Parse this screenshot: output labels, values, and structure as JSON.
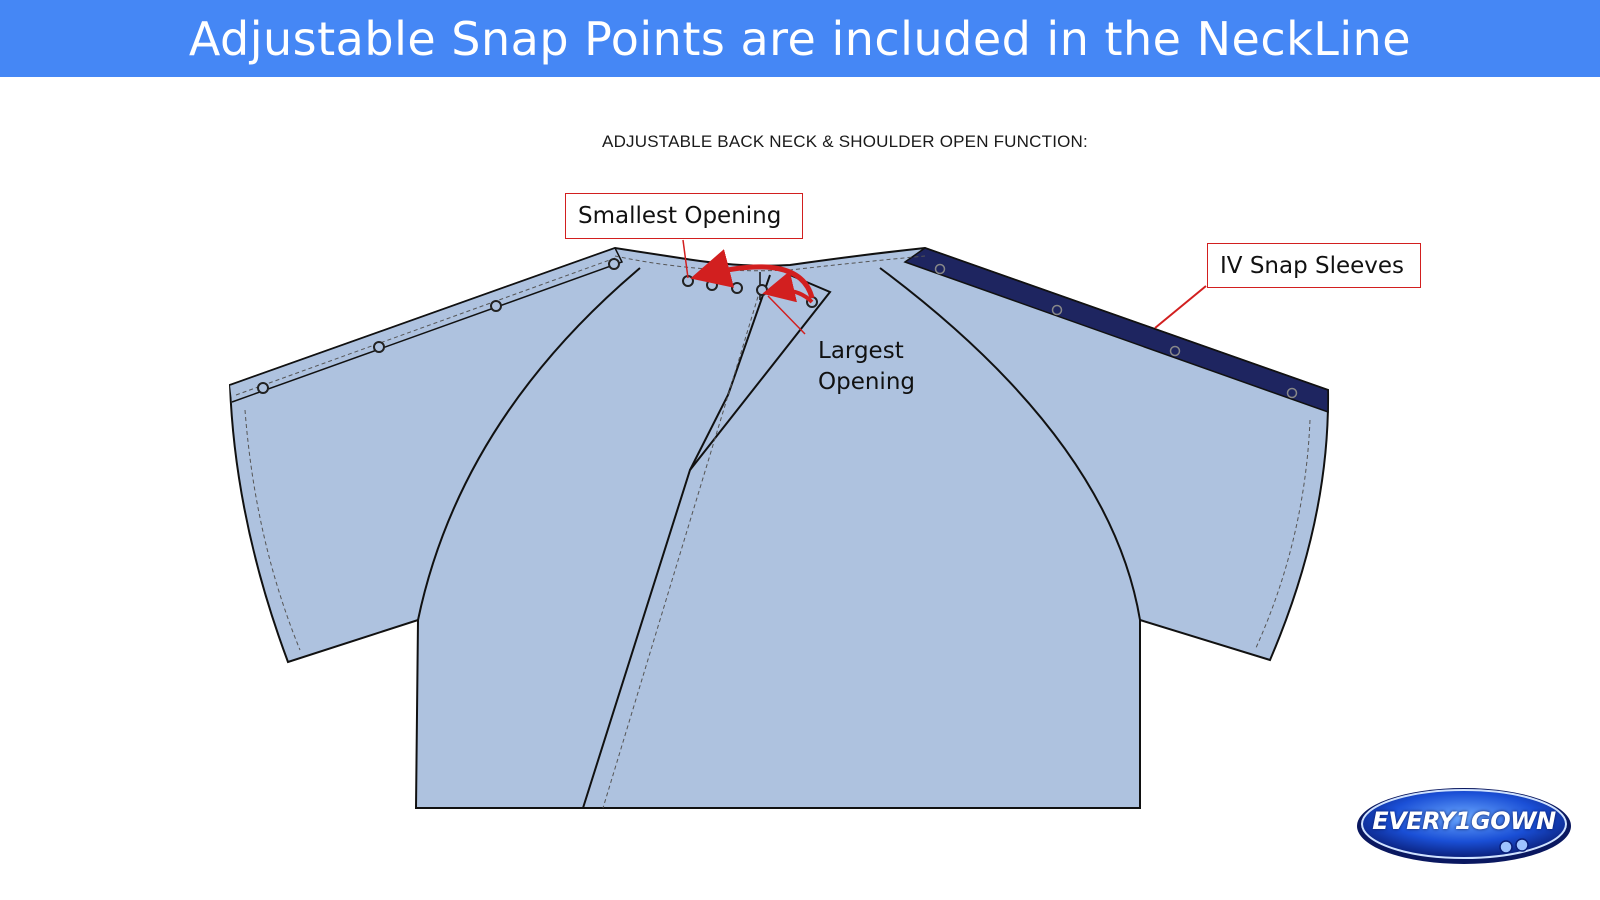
{
  "header": {
    "title": "Adjustable Snap Points are included in the NeckLine"
  },
  "diagram": {
    "subtitle": "ADJUSTABLE BACK NECK & SHOULDER OPEN FUNCTION:",
    "callouts": {
      "smallest": "Smallest Opening",
      "largest_line1": "Largest",
      "largest_line2": "Opening",
      "iv_sleeves": "IV Snap Sleeves"
    }
  },
  "logo": {
    "text": "EVERY1GOWN"
  },
  "colors": {
    "banner": "#4587f5",
    "gown": "#aec2df",
    "sleeve_strip": "#1e2560",
    "callout_border": "#d21f1f"
  }
}
